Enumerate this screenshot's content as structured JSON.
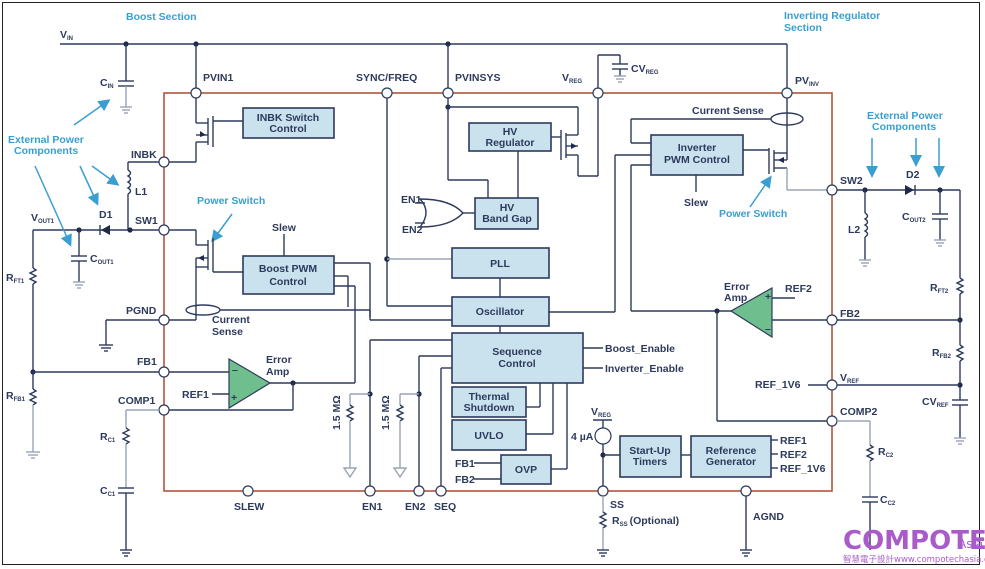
{
  "sections": {
    "boost": "Boost Section",
    "inverting": "Inverting Regulator",
    "inverting2": "Section",
    "ext_left1": "External Power",
    "ext_left2": "Components",
    "ext_right1": "External Power",
    "ext_right2": "Components",
    "power_switch_left": "Power Switch",
    "power_switch_right": "Power Switch"
  },
  "pins": {
    "pvin1": "PVIN1",
    "sync": "SYNC/FREQ",
    "pvinsys": "PVINSYS",
    "vreg": "V",
    "vreg_sub": "REG",
    "pvinv": "PV",
    "pvinv_sub": "INV",
    "inbk": "INBK",
    "sw1": "SW1",
    "pgnd": "PGND",
    "fb1": "FB1",
    "comp1": "COMP1",
    "slew": "SLEW",
    "en1": "EN1",
    "en2": "EN2",
    "seq": "SEQ",
    "ss": "SS",
    "agnd": "AGND",
    "sw2": "SW2",
    "fb2": "FB2",
    "vref": "V",
    "vref_sub": "REF",
    "comp2": "COMP2"
  },
  "blocks": {
    "inbk_ctrl1": "INBK Switch",
    "inbk_ctrl2": "Control",
    "hv_reg1": "HV",
    "hv_reg2": "Regulator",
    "hv_bg1": "HV",
    "hv_bg2": "Band Gap",
    "inv_pwm1": "Inverter",
    "inv_pwm2": "PWM Control",
    "boost_pwm1": "Boost PWM",
    "boost_pwm2": "Control",
    "pll": "PLL",
    "osc": "Oscillator",
    "seq1": "Sequence",
    "seq2": "Control",
    "thermal1": "Thermal",
    "thermal2": "Shutdown",
    "uvlo": "UVLO",
    "ovp": "OVP",
    "startup1": "Start-Up",
    "startup2": "Timers",
    "refgen1": "Reference",
    "refgen2": "Generator"
  },
  "labels": {
    "vin": "V",
    "vin_sub": "IN",
    "cin": "C",
    "cin_sub": "IN",
    "cvreg": "CV",
    "cvreg_sub": "REG",
    "l1": "L1",
    "d1": "D1",
    "vout1": "V",
    "vout1_sub": "OUT1",
    "cout1": "C",
    "cout1_sub": "OUT1",
    "rft1": "R",
    "rft1_sub": "FT1",
    "rfb1": "R",
    "rfb1_sub": "FB1",
    "rc1": "R",
    "rc1_sub": "C1",
    "cc1": "C",
    "cc1_sub": "C1",
    "slew_left": "Slew",
    "slew_right": "Slew",
    "current_sense_left1": "Current",
    "current_sense_left2": "Sense",
    "current_sense_right": "Current Sense",
    "error_amp1_a": "Error",
    "error_amp1_b": "Amp",
    "error_amp2_a": "Error",
    "error_amp2_b": "Amp",
    "ref1_in": "REF1",
    "ref2_in": "REF2",
    "en1_gate": "EN1",
    "en2_gate": "EN2",
    "res_en1": "1.5 MΩ",
    "res_en2": "1.5 MΩ",
    "boost_enable": "Boost_Enable",
    "inverter_enable": "Inverter_Enable",
    "ovp_fb1": "FB1",
    "ovp_fb2": "FB2",
    "isrc_vreg": "V",
    "isrc_vreg_sub": "REG",
    "isrc": "4 µA",
    "rss": "R",
    "rss_sub": "SS",
    "rss_opt": "(Optional)",
    "ref_out1": "REF1",
    "ref_out2": "REF2",
    "ref_out3": "REF_1V6",
    "ref_1v6_in": "REF_1V6",
    "d2": "D2",
    "l2": "L2",
    "cout2": "C",
    "cout2_sub": "OUT2",
    "rft2": "R",
    "rft2_sub": "FT2",
    "rfb2": "R",
    "rfb2_sub": "FB2",
    "cvref": "CV",
    "cvref_sub": "REF",
    "rc2": "R",
    "rc2_sub": "C2",
    "cc2": "C",
    "cc2_sub": "C2"
  },
  "watermark": {
    "brand": "COMPOTECH",
    "region": "Asia",
    "tagline": "智慧電子設計www.compotechasia.com"
  },
  "colors": {
    "wire": "#2d3a5c",
    "chip_border": "#b0553a",
    "block_fill": "#c9e2ee",
    "amp_fill": "#6fbf8e",
    "annotation": "#3a9fd0",
    "watermark": "#a95cc9"
  }
}
